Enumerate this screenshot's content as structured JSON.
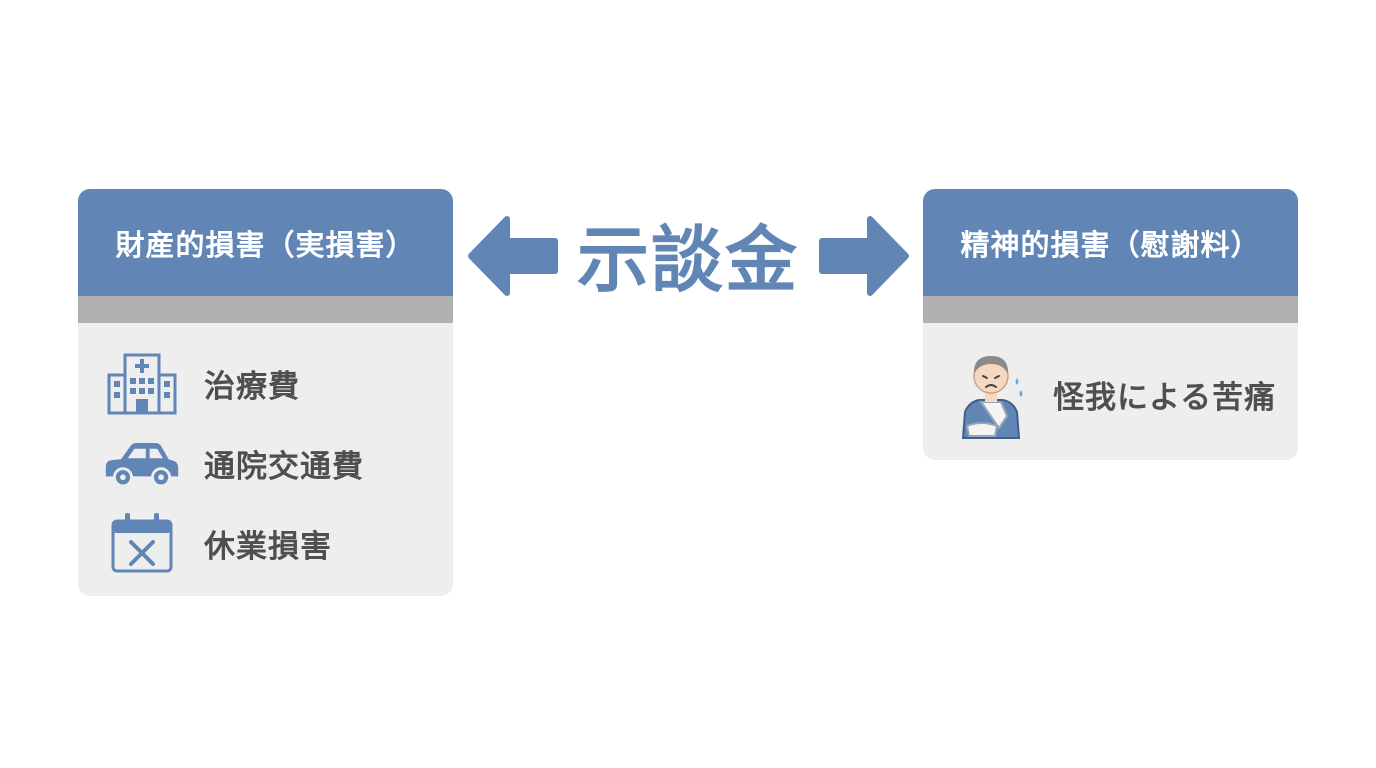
{
  "center": {
    "title": "示談金"
  },
  "left_card": {
    "header": "財産的損害（実損害）",
    "items": [
      {
        "icon": "hospital-icon",
        "label": "治療費"
      },
      {
        "icon": "car-icon",
        "label": "通院交通費"
      },
      {
        "icon": "calendar-x-icon",
        "label": "休業損害"
      }
    ]
  },
  "right_card": {
    "header": "精神的損害（慰謝料）",
    "items": [
      {
        "icon": "injured-person-icon",
        "label": "怪我による苦痛"
      }
    ]
  },
  "colors": {
    "accent": "#6186b5",
    "card_background": "#eeeeee",
    "band": "#b0b0b0",
    "label_text": "#4f4f4f"
  }
}
